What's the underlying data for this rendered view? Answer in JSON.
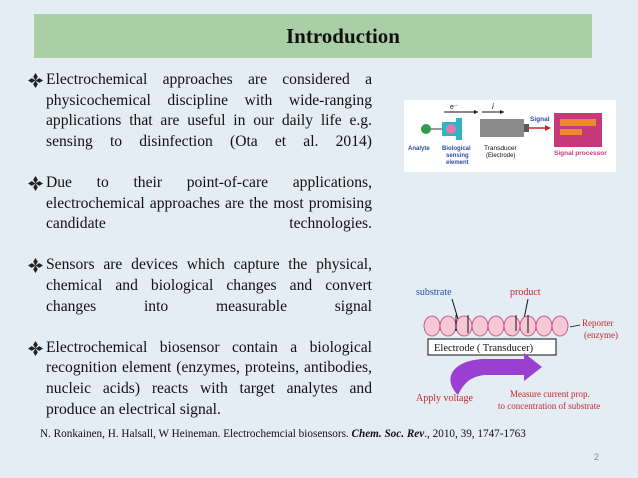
{
  "slide": {
    "title": "Introduction",
    "page_number": "2"
  },
  "bullets": [
    "Electrochemical approaches are considered a physicochemical discipline with wide-ranging applications that are useful in our daily life e.g. sensing to disinfection (Ota et al. 2014)",
    "Due to their point-of-care applications, electrochemical approaches are the most promising candidate technologies.",
    "Sensors are devices which capture the physical, chemical and biological changes and convert changes into measurable signal",
    "Electrochemical biosensor contain a biological recognition element (enzymes, proteins, antibodies, nucleic acids) reacts with target analytes and produce an electrical signal."
  ],
  "schematic1": {
    "electron": "e⁻",
    "current": "i",
    "analyte": "Analyte",
    "biological": "Biological",
    "sensing": "sensing",
    "element": "element",
    "transducer": "Transducer",
    "electrode": "(Electrode)",
    "signal": "Signal",
    "signal_processor": "Signal processor"
  },
  "schematic2": {
    "substrate": "substrate",
    "product": "product",
    "reporter": "Reporter",
    "enzyme": "(enzyme)",
    "electrode_transducer": "Electrode ( Transducer)",
    "apply_voltage": "Apply voltage",
    "measure_1": "Measure current prop.",
    "measure_2": "to concentration of substrate"
  },
  "citation": {
    "authors_title": "N. Ronkainen, H. Halsall, W Heineman. Electrochemcial biosensors. ",
    "journal": "Chem. Soc. Rev",
    "details": "., 2010, 39, 1747-1763"
  },
  "colors": {
    "title_bar": "#a9cfa6",
    "background": "#e4ecf4",
    "accent_blue": "#2a4fa8",
    "accent_red": "#c0282d",
    "arrow_purple": "#9b3fd0"
  }
}
